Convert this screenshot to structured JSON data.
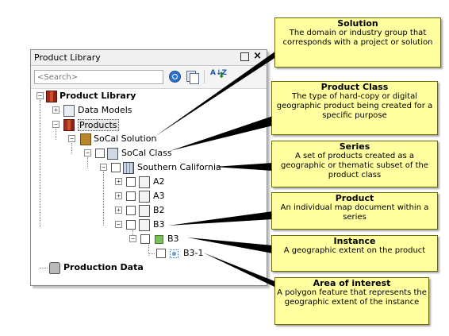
{
  "panel": {
    "title": "Product Library",
    "close_glyph": "×",
    "search_placeholder": "<Search>",
    "sort_az": "A↓Z",
    "sort_arrow": "⬇"
  },
  "tree": {
    "root": "Product Library",
    "data_models": "Data Models",
    "products": "Products",
    "socal_solution": "SoCal Solution",
    "socal_class": "SoCal Class",
    "southern_california": "Southern California",
    "a2": "A2",
    "a3": "A3",
    "b2": "B2",
    "b3": "B3",
    "b3_instance": "B3",
    "b3_1": "B3-1",
    "production_data": "Production Data"
  },
  "expanders": {
    "plus": "+",
    "minus": "−"
  },
  "callouts": {
    "solution": {
      "title": "Solution",
      "body": "The domain or industry group that corresponds with a project or solution"
    },
    "product_class": {
      "title": "Product Class",
      "body": "The type of hard-copy or digital geographic product being created for a specific purpose"
    },
    "series": {
      "title": "Series",
      "body": "A set of products created as a geographic or thematic subset of the product class"
    },
    "product": {
      "title": "Product",
      "body": "An individual map document within a series"
    },
    "instance": {
      "title": "Instance",
      "body": "A geographic extent on the product"
    },
    "area_of_interest": {
      "title": "Area of interest",
      "body": "A polygon feature that represents the geographic extent of the instance"
    }
  },
  "icons": {
    "library": "library-icon",
    "data_models": "data-models-icon",
    "products": "products-icon",
    "solution": "solution-icon",
    "class": "class-icon",
    "series": "series-icon",
    "product": "product-document-icon",
    "instance": "instance-icon",
    "aoi": "area-of-interest-icon",
    "production_data": "database-icon"
  }
}
